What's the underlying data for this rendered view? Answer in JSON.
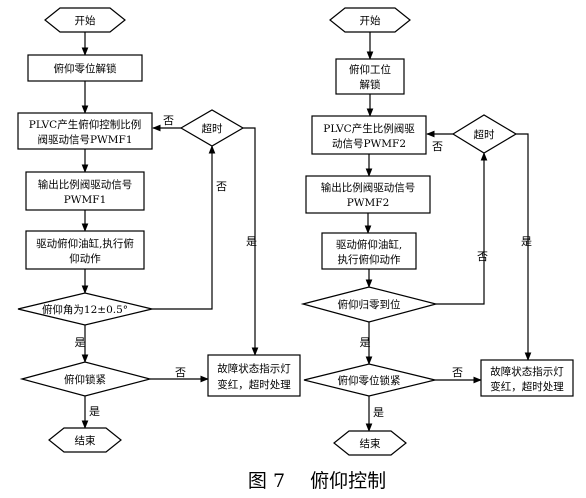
{
  "left": {
    "start": "开始",
    "unlock": "俯仰零位解锁",
    "plc": [
      "PLVC产生俯仰控制比例",
      "阀驱动信号PWMF1"
    ],
    "output": [
      "输出比例阀驱动信号",
      "PWMF1"
    ],
    "drive": [
      "驱动俯仰油缸,执行俯",
      "仰动作"
    ],
    "angle": "俯仰角为12±0.5°",
    "timeout": "超时",
    "lock": "俯仰锁紧",
    "fault": [
      "故障状态指示灯",
      "变红，超时处理"
    ],
    "end": "结束",
    "yes": "是",
    "no": "否"
  },
  "right": {
    "start": "开始",
    "unlock": [
      "俯仰工位",
      "解锁"
    ],
    "plc": [
      "PLVC产生比例阀驱",
      "动信号PWMF2"
    ],
    "output": [
      "输出比例阀驱动信号",
      "PWMF2"
    ],
    "drive": [
      "驱动俯仰油缸,",
      "执行俯仰动作"
    ],
    "zero": "俯仰归零到位",
    "timeout": "超时",
    "lock": "俯仰零位锁紧",
    "fault": [
      "故障状态指示灯",
      "变红，超时处理"
    ],
    "end": "结束",
    "yes": "是",
    "no": "否"
  },
  "caption": "图 7　 俯仰控制"
}
